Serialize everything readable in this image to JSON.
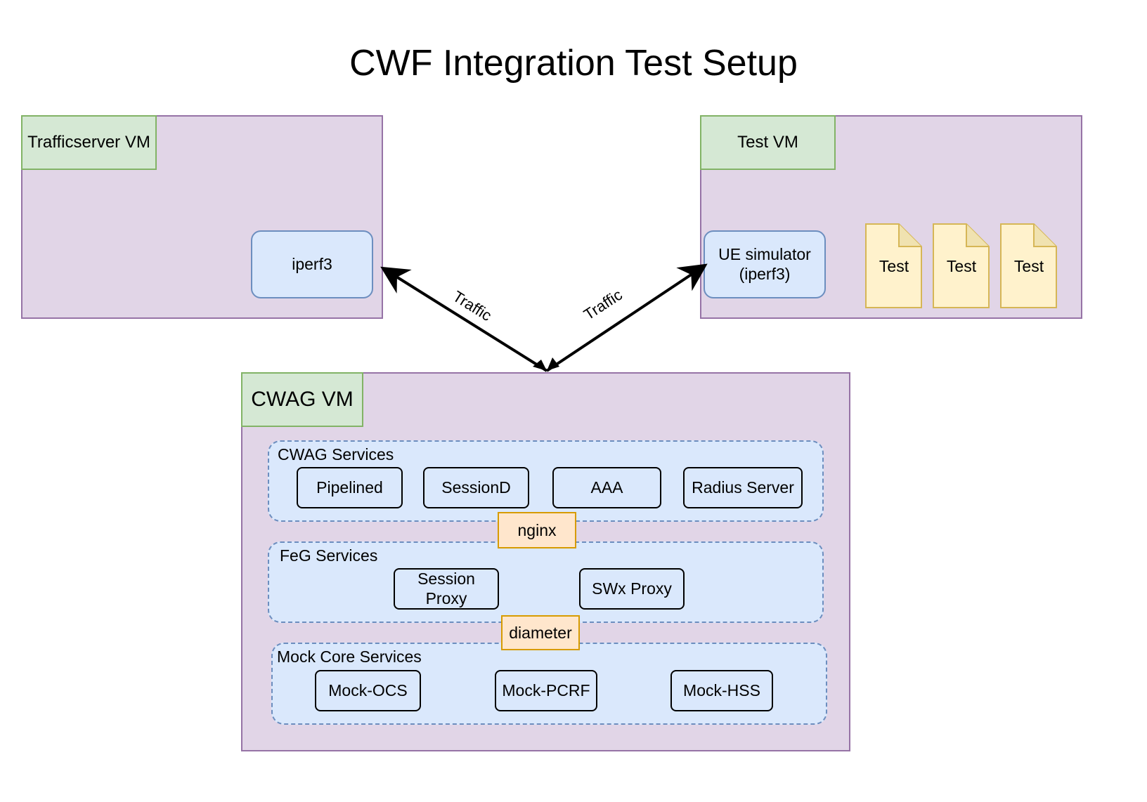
{
  "title": "CWF Integration Test Setup",
  "trafficserver_vm": {
    "label": "Trafficserver VM",
    "iperf": "iperf3"
  },
  "test_vm": {
    "label": "Test VM",
    "ue_simulator": "UE simulator\n(iperf3)",
    "tests": [
      "Test",
      "Test",
      "Test"
    ]
  },
  "cwag_vm": {
    "label": "CWAG VM",
    "cwag_services": {
      "label": "CWAG Services",
      "items": [
        "Pipelined",
        "SessionD",
        "AAA",
        "Radius Server"
      ]
    },
    "nginx": "nginx",
    "feg_services": {
      "label": "FeG Services",
      "items": [
        "Session\nProxy",
        "SWx Proxy"
      ]
    },
    "diameter": "diameter",
    "mock_core": {
      "label": "Mock Core Services",
      "items": [
        "Mock-OCS",
        "Mock-PCRF",
        "Mock-HSS"
      ]
    }
  },
  "edges": {
    "left_label": "Traffic",
    "right_label": "Traffic"
  },
  "colors": {
    "vm_fill": "#e1d5e7",
    "vm_border": "#9673a6",
    "label_fill": "#d5e8d4",
    "label_border": "#82b366",
    "service_fill": "#dae8fc",
    "service_border": "#6c8ebf",
    "proto_fill": "#ffe6cc",
    "proto_border": "#d79b00",
    "doc_fill": "#fff2cc",
    "doc_border": "#d6b656"
  }
}
